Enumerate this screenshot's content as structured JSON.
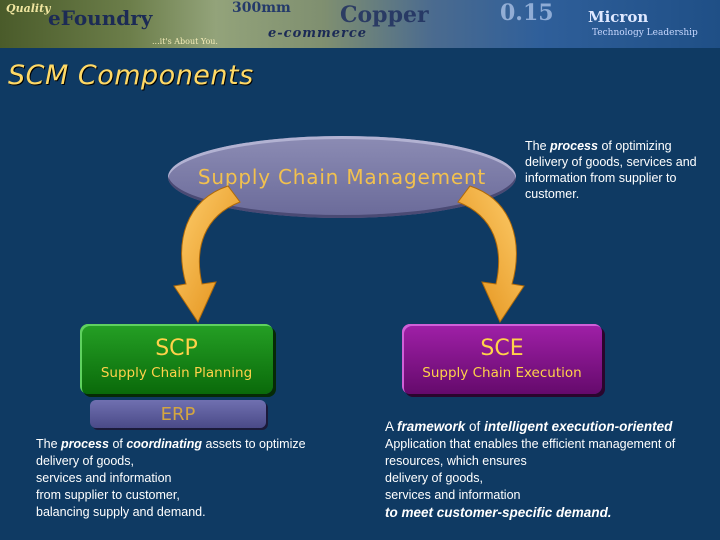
{
  "banner": {
    "words": [
      "Quality",
      "eFoundry",
      "300mm",
      "Copper",
      "e-commerce",
      "...it's About You.",
      "0.15",
      "Micron",
      "Technology Leadership"
    ]
  },
  "title": "SCM Components",
  "scm": {
    "label": "Supply Chain Management",
    "desc_before": "The ",
    "desc_emph": "process",
    "desc_after": " of optimizing delivery of goods, services and information from supplier to customer."
  },
  "scp": {
    "abbr": "SCP",
    "name": "Supply Chain Planning"
  },
  "sce": {
    "abbr": "SCE",
    "name": "Supply Chain Execution"
  },
  "erp": {
    "label": "ERP"
  },
  "scp_desc": {
    "l1_a": "The ",
    "l1_emph1": "process",
    "l1_b": " of ",
    "l1_emph2": "coordinating",
    "l1_c": " assets to optimize",
    "l2": "delivery of goods,",
    "l3": "services and information",
    "l4": "from supplier to customer,",
    "l5": "balancing supply and demand."
  },
  "sce_desc": {
    "l1_a": "A ",
    "l1_emph1": "framework",
    "l1_b": " of ",
    "l1_emph2": "intelligent execution-oriented",
    "l2": "Application that enables the efficient management of",
    "l3": "resources, which ensures",
    "l4": "delivery of goods,",
    "l5": "services and information",
    "l6": "to meet customer-specific demand."
  },
  "colors": {
    "background": "#0f3a63",
    "title": "#ffd966",
    "accent_text": "#ffd24a",
    "scp_box": "#158a15",
    "sce_box": "#8a148f",
    "erp_box": "#5d5d9e",
    "arrow": "#f2a91c"
  }
}
